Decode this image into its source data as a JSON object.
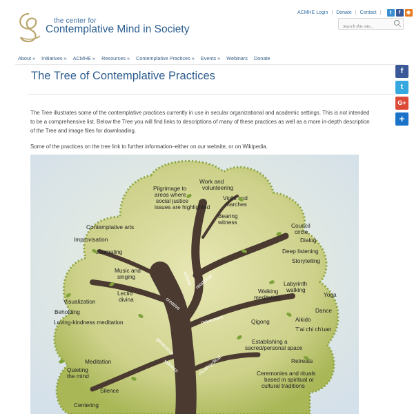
{
  "header": {
    "logo_small": "the center for",
    "logo_big": "Contemplative Mind in Society",
    "top_links": [
      "ACMHE Login",
      "Donate",
      "Contact"
    ],
    "search_placeholder": "Search this site..."
  },
  "social_icons": [
    {
      "name": "twitter-icon",
      "color": "#3b8fd0"
    },
    {
      "name": "facebook-icon",
      "color": "#3b5998"
    },
    {
      "name": "rss-icon",
      "color": "#e9791f"
    },
    {
      "name": "vimeo-icon",
      "color": "#3d8ebd"
    }
  ],
  "nav": [
    "About »",
    "Initiatives »",
    "ACMHE »",
    "Resources »",
    "Contemplative Practices »",
    "Events »",
    "Webinars",
    "Donate"
  ],
  "page_title": "The Tree of Contemplative Practices",
  "intro_paragraph": "The Tree illustrates some of the contemplative practices currently in use in secular organizational and academic settings. This is not intended to be a comprehensive list. Below the Tree you will find links to descriptions of many of these practices as well as a more in-depth description of the Tree and image files for downloading.",
  "links_paragraph": "Some of the practices on the tree link to further information–either on our website, or on Wikipedia.",
  "share_buttons": [
    {
      "name": "facebook-share",
      "glyph": "f",
      "color": "#3b5998"
    },
    {
      "name": "twitter-share",
      "glyph": "t",
      "color": "#35a8e0"
    },
    {
      "name": "google-plus-share",
      "glyph": "G+",
      "color": "#dc4a38"
    },
    {
      "name": "addthis-share",
      "glyph": "+",
      "color": "#1a73c9"
    }
  ],
  "tree": {
    "practices": [
      "Work and volunteering",
      "Pilgrimage to areas where social justice issues are highlighted",
      "Vigils and marches",
      "Bearing witness",
      "Contemplative arts",
      "Improvisation",
      "Journaling",
      "Music and singing",
      "Council circle",
      "Dialog",
      "Deep listening",
      "Storytelling",
      "Lectio divina",
      "Visualization",
      "Beholding",
      "Loving-kindness meditation",
      "Labyrinth walking",
      "Walking meditation",
      "Yoga",
      "Dance",
      "Aikido",
      "Qigong",
      "T'ai chi ch'uan",
      "Establishing a sacred/personal space",
      "Retreats",
      "Ceremonies and rituals based in spiritual or cultural traditions",
      "Meditation",
      "Quieting the mind",
      "Silence",
      "Centering"
    ],
    "branches": [
      "activist",
      "relational",
      "creative",
      "movement",
      "generative",
      "stillness",
      "ritual/cyclical"
    ]
  }
}
